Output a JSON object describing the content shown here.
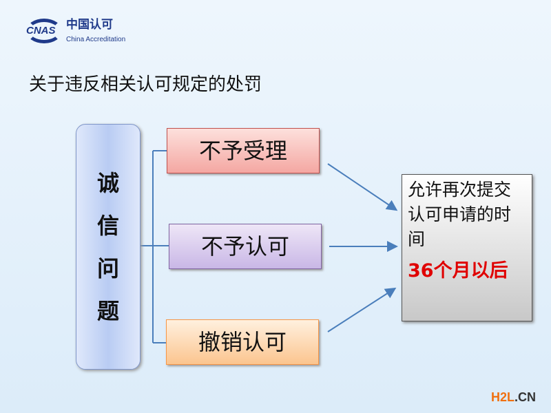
{
  "logo": {
    "abbr": "CNAS",
    "cn": "中国认可",
    "en": "China Accreditation"
  },
  "title": "关于违反相关认可规定的处罚",
  "root": [
    "诚",
    "信",
    "问",
    "题"
  ],
  "branches": [
    "不予受理",
    "不予认可",
    "撤销认可"
  ],
  "result": {
    "text": "允许再次提交认可申请的时间",
    "highlight": "36个月以后"
  },
  "watermark": {
    "brand": "H2L",
    "suffix": ".CN"
  },
  "colors": {
    "brand": "#1f3a8a",
    "highlight": "#e00000",
    "arrow": "#4a7ebb"
  }
}
